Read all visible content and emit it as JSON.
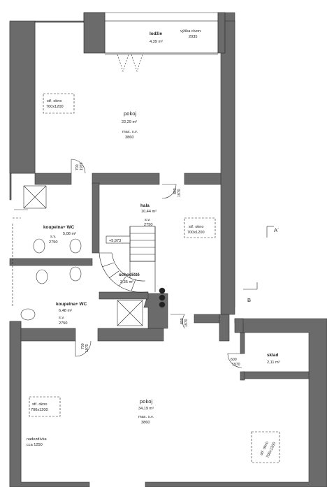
{
  "rooms": {
    "lodzie": {
      "name": "lodžie",
      "area": "4,39 m²"
    },
    "pokoj_top": {
      "name": "pokoj",
      "area": "22,29 m²",
      "height_label": "max. s.v.",
      "height": "3860"
    },
    "koupelna1": {
      "name": "koupelna+ WC",
      "area": "5,08 m²",
      "height_label": "s.v.",
      "height": "2750"
    },
    "hala": {
      "name": "hala",
      "area": "10,44 m²",
      "height_label": "s.v.",
      "height": "2750"
    },
    "koupelna2": {
      "name": "koupelna+ WC",
      "area": "6,48 m²",
      "height_label": "s.v.",
      "height": "2750"
    },
    "schodiste": {
      "name": "schodiště",
      "area": "2,35 m²"
    },
    "sklad": {
      "name": "sklad",
      "area": "2,11 m²"
    },
    "pokoj_bottom": {
      "name": "pokoj",
      "area": "34,19 m²",
      "height_label": "max. s.v.",
      "height": "3860"
    }
  },
  "annotations": {
    "vyska_label": "výška clvon:",
    "vyska_value": "2035",
    "stair_level": "+5,973",
    "nadezdivka_label": "nadezdívka",
    "nadezdivka_value": "cca 1250"
  },
  "windows": {
    "w1": {
      "l1": "stř. okno",
      "l2": "700x1200"
    },
    "w2": {
      "l1": "stř. okno",
      "l2": "700x1200"
    },
    "w3": {
      "l1": "stř. okno",
      "l2": "700x1200"
    },
    "w4": {
      "l1": "stř. okno",
      "l2": "700x1200"
    }
  },
  "doors": {
    "d_pokoj_top": {
      "w": "700",
      "h": "1970"
    },
    "d_hala": {
      "w": "800",
      "h": "1970"
    },
    "d_hala_low": {
      "w": "800",
      "h": "1970"
    },
    "d_koup2": {
      "w": "700",
      "h": "1970"
    },
    "d_sklad": {
      "w": "600",
      "h": "1970"
    }
  },
  "section_marks": {
    "a": "A´",
    "b": "B"
  },
  "colors": {
    "wall": "#6b6b6b",
    "line": "#222222",
    "background": "#ffffff"
  }
}
